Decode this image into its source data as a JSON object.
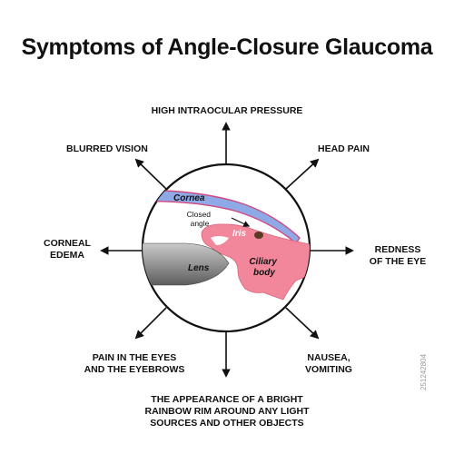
{
  "title": "Symptoms of Angle-Closure Glaucoma",
  "symptoms": {
    "top": "HIGH INTRAOCULAR PRESSURE",
    "top_left": "BLURRED VISION",
    "top_right": "HEAD PAIN",
    "left": [
      "CORNEAL",
      "EDEMA"
    ],
    "right": [
      "REDNESS",
      "OF THE EYE"
    ],
    "bottom_left": [
      "PAIN IN THE EYES",
      "AND THE EYEBROWS"
    ],
    "bottom_right": [
      "NAUSEA,",
      "VOMITING"
    ],
    "bottom": [
      "THE APPEARANCE OF A BRIGHT",
      "RAINBOW RIM AROUND ANY LIGHT",
      "SOURCES AND OTHER OBJECTS"
    ]
  },
  "anatomy": {
    "cornea": "Cornea",
    "closed_angle": [
      "Closed",
      "angle"
    ],
    "iris": "Iris",
    "lens": "Lens",
    "ciliary_body": [
      "Ciliary",
      "body"
    ]
  },
  "colors": {
    "cornea_fill": "#8fa8e6",
    "tissue_pink": "#f2879b",
    "lens_gray": "#8a8a8a",
    "pigment_brown": "#5a3b22"
  },
  "stock_id": "251242804"
}
